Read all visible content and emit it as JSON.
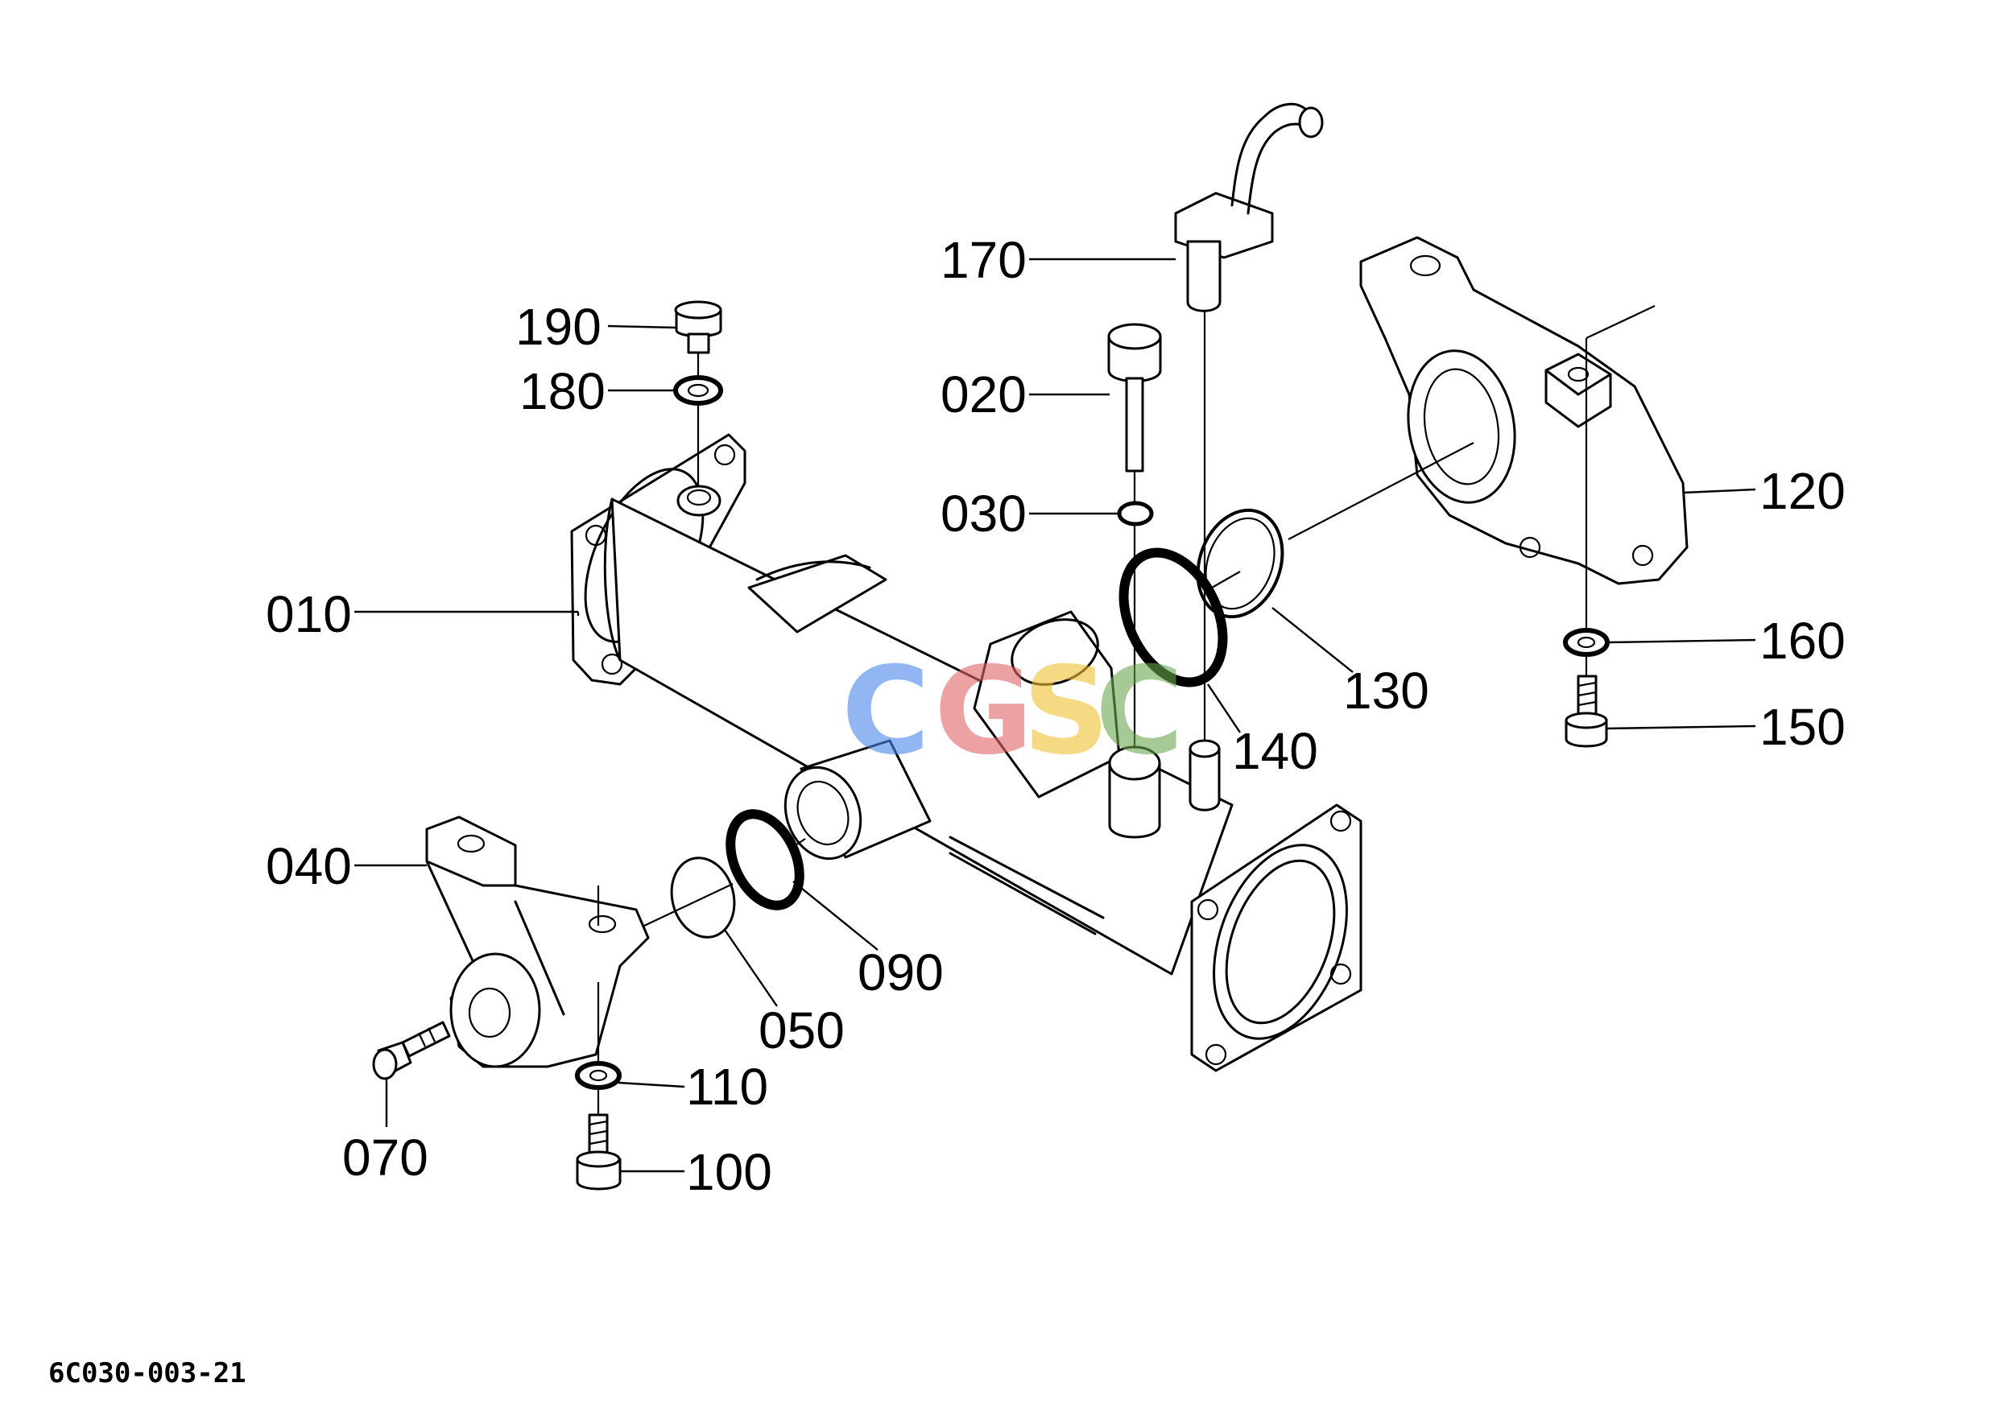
{
  "labels": {
    "l010": "010",
    "l020": "020",
    "l030": "030",
    "l040": "040",
    "l050": "050",
    "l070": "070",
    "l090": "090",
    "l100": "100",
    "l110": "110",
    "l120": "120",
    "l130": "130",
    "l140": "140",
    "l150": "150",
    "l160": "160",
    "l170": "170",
    "l180": "180",
    "l190": "190"
  },
  "drawing_code": "6C030-003-21",
  "watermark": {
    "letters": [
      "C",
      "G",
      "S",
      "C"
    ],
    "colors": [
      "#4a86e8",
      "#e06666",
      "#f1c232",
      "#6aa84f"
    ]
  }
}
